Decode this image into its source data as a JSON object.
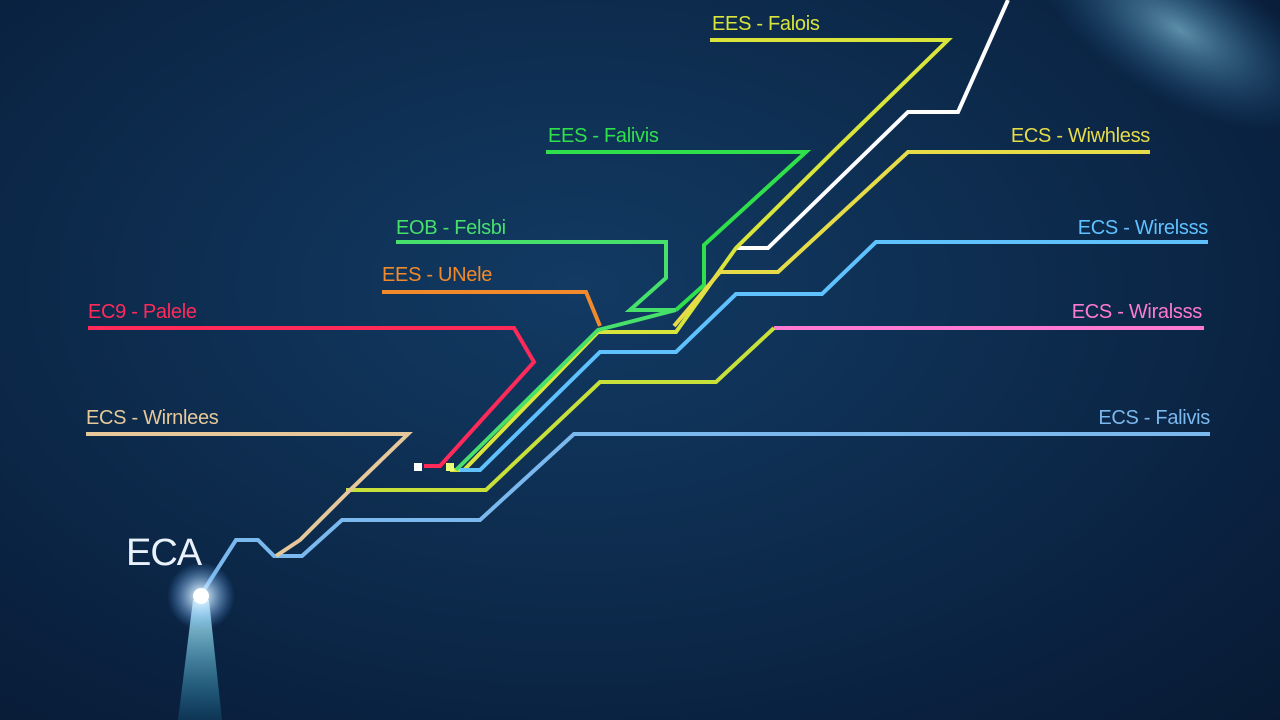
{
  "origin": {
    "label": "ECA"
  },
  "labels": [
    {
      "text": "EES - Falois",
      "color": "#d9e53a"
    },
    {
      "text": "EES - Falivis",
      "color": "#2fe04a"
    },
    {
      "text": "ECS - Wiwhless",
      "color": "#e6dc4a"
    },
    {
      "text": "EOB - Felsbi",
      "color": "#46e06a"
    },
    {
      "text": "ECS - Wirelsss",
      "color": "#5fc2ff"
    },
    {
      "text": "EES - UNele",
      "color": "#f28a2b"
    },
    {
      "text": "ECS - Wiralsss",
      "color": "#ff7ad0"
    },
    {
      "text": "EC9 - Palele",
      "color": "#ff2a5a"
    },
    {
      "text": "ECS - Wirnlees",
      "color": "#e6c89a"
    },
    {
      "text": "ECS - Falivis",
      "color": "#7ab8ee"
    }
  ],
  "lines": [
    {
      "name": "white-route",
      "color": "#ffffff"
    },
    {
      "name": "yellow-top-route",
      "color": "#d9e53a"
    },
    {
      "name": "green-route",
      "color": "#2fe04a"
    },
    {
      "name": "yellow-right-route",
      "color": "#e6dc4a"
    },
    {
      "name": "green-left-route",
      "color": "#46e06a"
    },
    {
      "name": "orange-route",
      "color": "#f28a2b"
    },
    {
      "name": "blue-route",
      "color": "#5fc2ff"
    },
    {
      "name": "red-route",
      "color": "#ff2a5a"
    },
    {
      "name": "pink-route",
      "color": "#ff7ad0"
    },
    {
      "name": "lightblue-route",
      "color": "#7ab8ee"
    },
    {
      "name": "beige-route",
      "color": "#e6c89a"
    },
    {
      "name": "lime-route",
      "color": "#c8e03a"
    }
  ]
}
